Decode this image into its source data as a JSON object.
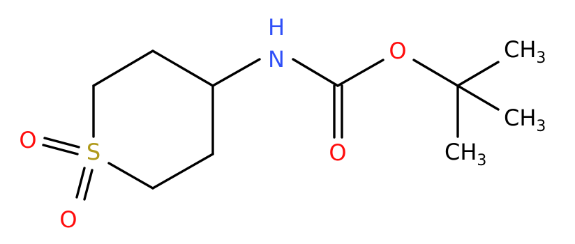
{
  "colors": {
    "background": "#ffffff",
    "bond": "#000000",
    "nitrogen": "#3050F8",
    "oxygen": "#FF0D0D",
    "sulfur": "#B09A1B",
    "carbon": "#000000"
  },
  "atoms": {
    "nitrogen": "N",
    "hydrogen_on_n": "H",
    "ester_oxygen": "O",
    "carbonyl_oxygen": "O",
    "sulfur": "S",
    "sulfonyl_oxygen_1": "O",
    "sulfonyl_oxygen_2": "O",
    "methyl_1": {
      "main": "CH",
      "sub": "3"
    },
    "methyl_2": {
      "main": "CH",
      "sub": "3"
    },
    "methyl_3": {
      "main": "CH",
      "sub": "3"
    }
  }
}
